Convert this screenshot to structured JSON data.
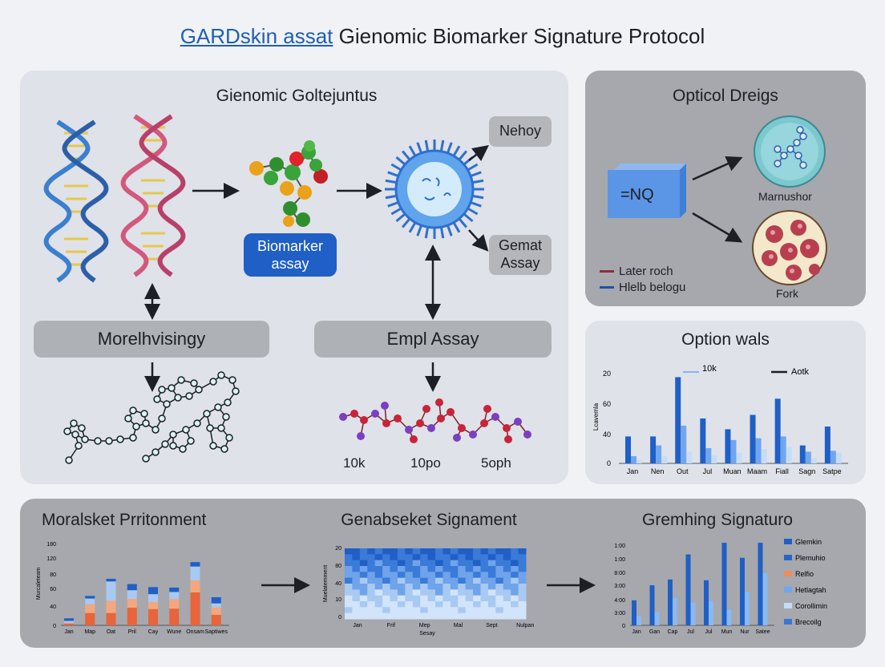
{
  "title": {
    "link": "GARDskin assat",
    "rest": " Gienomic Biomarker Signature Protocol"
  },
  "genomic_panel": {
    "title": "Gienomic Goltejuntus",
    "biomarker_button": [
      "Biomarker",
      "assay"
    ],
    "nehoy": "Nehoy",
    "gemat_assay": [
      "Gemat",
      "Assay"
    ],
    "morelhvisingy": "Morelhvisingy",
    "empl_assay": "Empl Assay",
    "bottom_labels": [
      "10k",
      "10po",
      "5oph"
    ]
  },
  "optical_panel": {
    "title": "Opticol Dreigs",
    "box_label": "=NQ",
    "top_label": "Marnushor",
    "bottom_label": "Fork",
    "legend": [
      {
        "label": "Later roch",
        "color": "#8b2d3c"
      },
      {
        "label": "Hlelb belogu",
        "color": "#1f4fa8"
      }
    ]
  },
  "option_panel": {
    "title": "Option wals"
  },
  "bottom_panel": {
    "titles": [
      "Moralsket Prritonment",
      "Genabseket Signament",
      "Gremhing Signaturo"
    ]
  },
  "chart_data": [
    {
      "type": "bar",
      "title": "Option wals",
      "ylabel": "Lcavemla",
      "categories": [
        "Jan",
        "Nen",
        "Out",
        "Jul",
        "Muan",
        "Maam",
        "Fiall",
        "Sagn",
        "Satpe"
      ],
      "yticks": [
        "20",
        "60",
        "40",
        "0"
      ],
      "ylim": [
        0,
        100
      ],
      "legend": [
        "10k",
        "Aotk"
      ],
      "series": [
        {
          "name": "Aotk",
          "color": "#1f5fc6",
          "values": [
            30,
            30,
            96,
            50,
            38,
            54,
            72,
            20,
            41
          ]
        },
        {
          "name": "10k",
          "color": "#6fa6ee",
          "values": [
            8,
            20,
            42,
            17,
            26,
            28,
            30,
            13,
            14
          ]
        },
        {
          "color": "#c7dcf6",
          "values": [
            4,
            8,
            13,
            9,
            12,
            16,
            18,
            6,
            12
          ]
        }
      ]
    },
    {
      "type": "bar",
      "title": "Moralsket Prritonment",
      "ylabel": "Murcaleteam",
      "categories": [
        "Jan",
        "Map",
        "Oat",
        "Pril",
        "Cay",
        "Wune",
        "Onsam",
        "Saptiwes"
      ],
      "yticks": [
        "180",
        "120",
        "80",
        "60",
        "40",
        "0"
      ],
      "ylim": [
        0,
        190
      ],
      "stacked": true,
      "series": [
        {
          "color": "#e8643a",
          "values": [
            4,
            28,
            28,
            40,
            37,
            38,
            75,
            24
          ]
        },
        {
          "color": "#f4a77d",
          "values": [
            2,
            20,
            28,
            20,
            16,
            22,
            27,
            17
          ]
        },
        {
          "color": "#a8c9f2",
          "values": [
            4,
            13,
            44,
            20,
            18,
            16,
            32,
            9
          ]
        },
        {
          "color": "#1f5fc6",
          "values": [
            6,
            6,
            6,
            14,
            16,
            10,
            10,
            14
          ]
        }
      ]
    },
    {
      "type": "heatmap",
      "title": "Genabseket Signament",
      "ylabel": "Muelatemment",
      "xlabel": "Sesay",
      "xticks": [
        "Jan",
        "Frif",
        "Mep",
        "Mal",
        "Sept",
        "Nulpan"
      ],
      "yticks": [
        "20",
        "80",
        "40",
        "10",
        "0"
      ]
    },
    {
      "type": "bar",
      "title": "Gremhing Signaturo",
      "categories": [
        "Jan",
        "Gan",
        "Cap",
        "Jul",
        "Jul",
        "Mun",
        "Nur",
        "Satee"
      ],
      "yticks": [
        "1:00",
        "1:00",
        "8:00",
        "3:00",
        "4:00",
        "3:00",
        "0"
      ],
      "ylim": [
        0,
        1.0
      ],
      "legend": [
        {
          "label": "Glemkin",
          "color": "#1f5fc6"
        },
        {
          "label": "Plemuhio",
          "color": "#2a64c8"
        },
        {
          "label": "Relfio",
          "color": "#f08b5c"
        },
        {
          "label": "Hetlagtah",
          "color": "#6fa6ee"
        },
        {
          "label": "Corollimin",
          "color": "#c4ddf7"
        },
        {
          "label": "Brecoilg",
          "color": "#3b76d6"
        }
      ],
      "series": [
        {
          "color": "#1f5fc6",
          "values": [
            0.3,
            0.48,
            0.55,
            0.85,
            0.54,
            0.99,
            0.81,
            0.99
          ]
        },
        {
          "color": "#8ab8f0",
          "values": [
            0.11,
            0.16,
            0.33,
            0.27,
            0.29,
            0.19,
            0.4,
            0.63
          ]
        }
      ]
    }
  ]
}
